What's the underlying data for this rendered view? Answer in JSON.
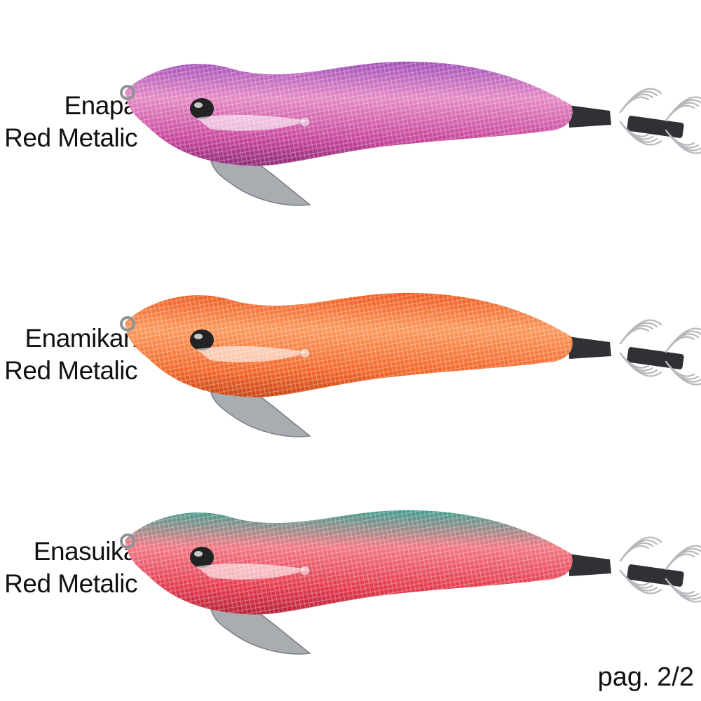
{
  "lures": [
    {
      "name": "Enapa",
      "finish": "Red Metalic",
      "colors": {
        "body": "#c7459b",
        "body_light": "#e58cc5",
        "body_dark": "#8d2b79",
        "back": "#a24fb8"
      },
      "icon": "squid-jig-icon"
    },
    {
      "name": "Enamikan",
      "finish": "Red Metalic",
      "colors": {
        "body": "#f2682b",
        "body_light": "#fb9a5e",
        "body_dark": "#c94516",
        "back": "#ee5a1f"
      },
      "icon": "squid-jig-icon"
    },
    {
      "name": "Enasuika",
      "finish": "Red Metalic",
      "colors": {
        "body": "#e33a4e",
        "body_light": "#f27a86",
        "body_dark": "#b6233a",
        "back": "#3f9e8e"
      },
      "icon": "squid-jig-icon"
    }
  ],
  "pagination": {
    "label": "pag. 2/2"
  }
}
